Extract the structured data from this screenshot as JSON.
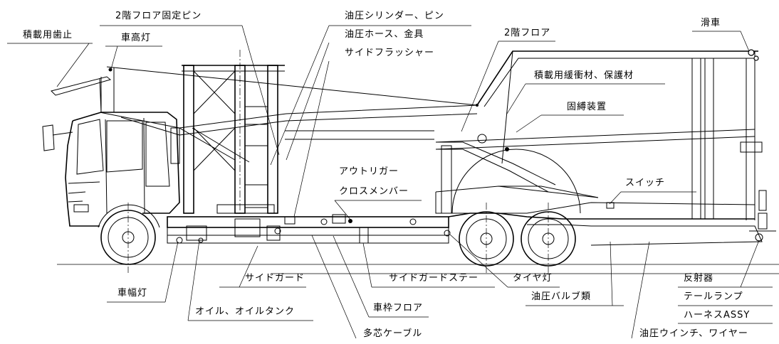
{
  "labels": {
    "sekisai_hadome": "積載用歯止",
    "shakoutou": "車高灯",
    "floor2_pin": "2階フロア固定ピン",
    "yuatsu_cylinder": "油圧シリンダー、ピン",
    "yuatsu_hose": "油圧ホース、金具",
    "side_flasher": "サイドフラッシャー",
    "floor2": "2階フロア",
    "kassha": "滑車",
    "kanshozai": "積載用緩衝材、保護材",
    "koubaku": "固縛装置",
    "outrigger": "アウトリガー",
    "cross_member": "クロスメンバー",
    "switch": "スイッチ",
    "shafukutou": "車幅灯",
    "side_guard": "サイドガード",
    "side_guard_stay": "サイドガードステー",
    "taiyatou": "タイヤ灯",
    "hanshaki": "反射器",
    "tail_lamp": "テールランプ",
    "harness": "ハーネスASSY",
    "oil_tank": "オイル、オイルタンク",
    "shawaku_floor": "車枠フロア",
    "yuatsu_valve": "油圧バルブ類",
    "tashin_cable": "多芯ケーブル",
    "yuatsu_winch": "油圧ウインチ、ワイヤー"
  }
}
